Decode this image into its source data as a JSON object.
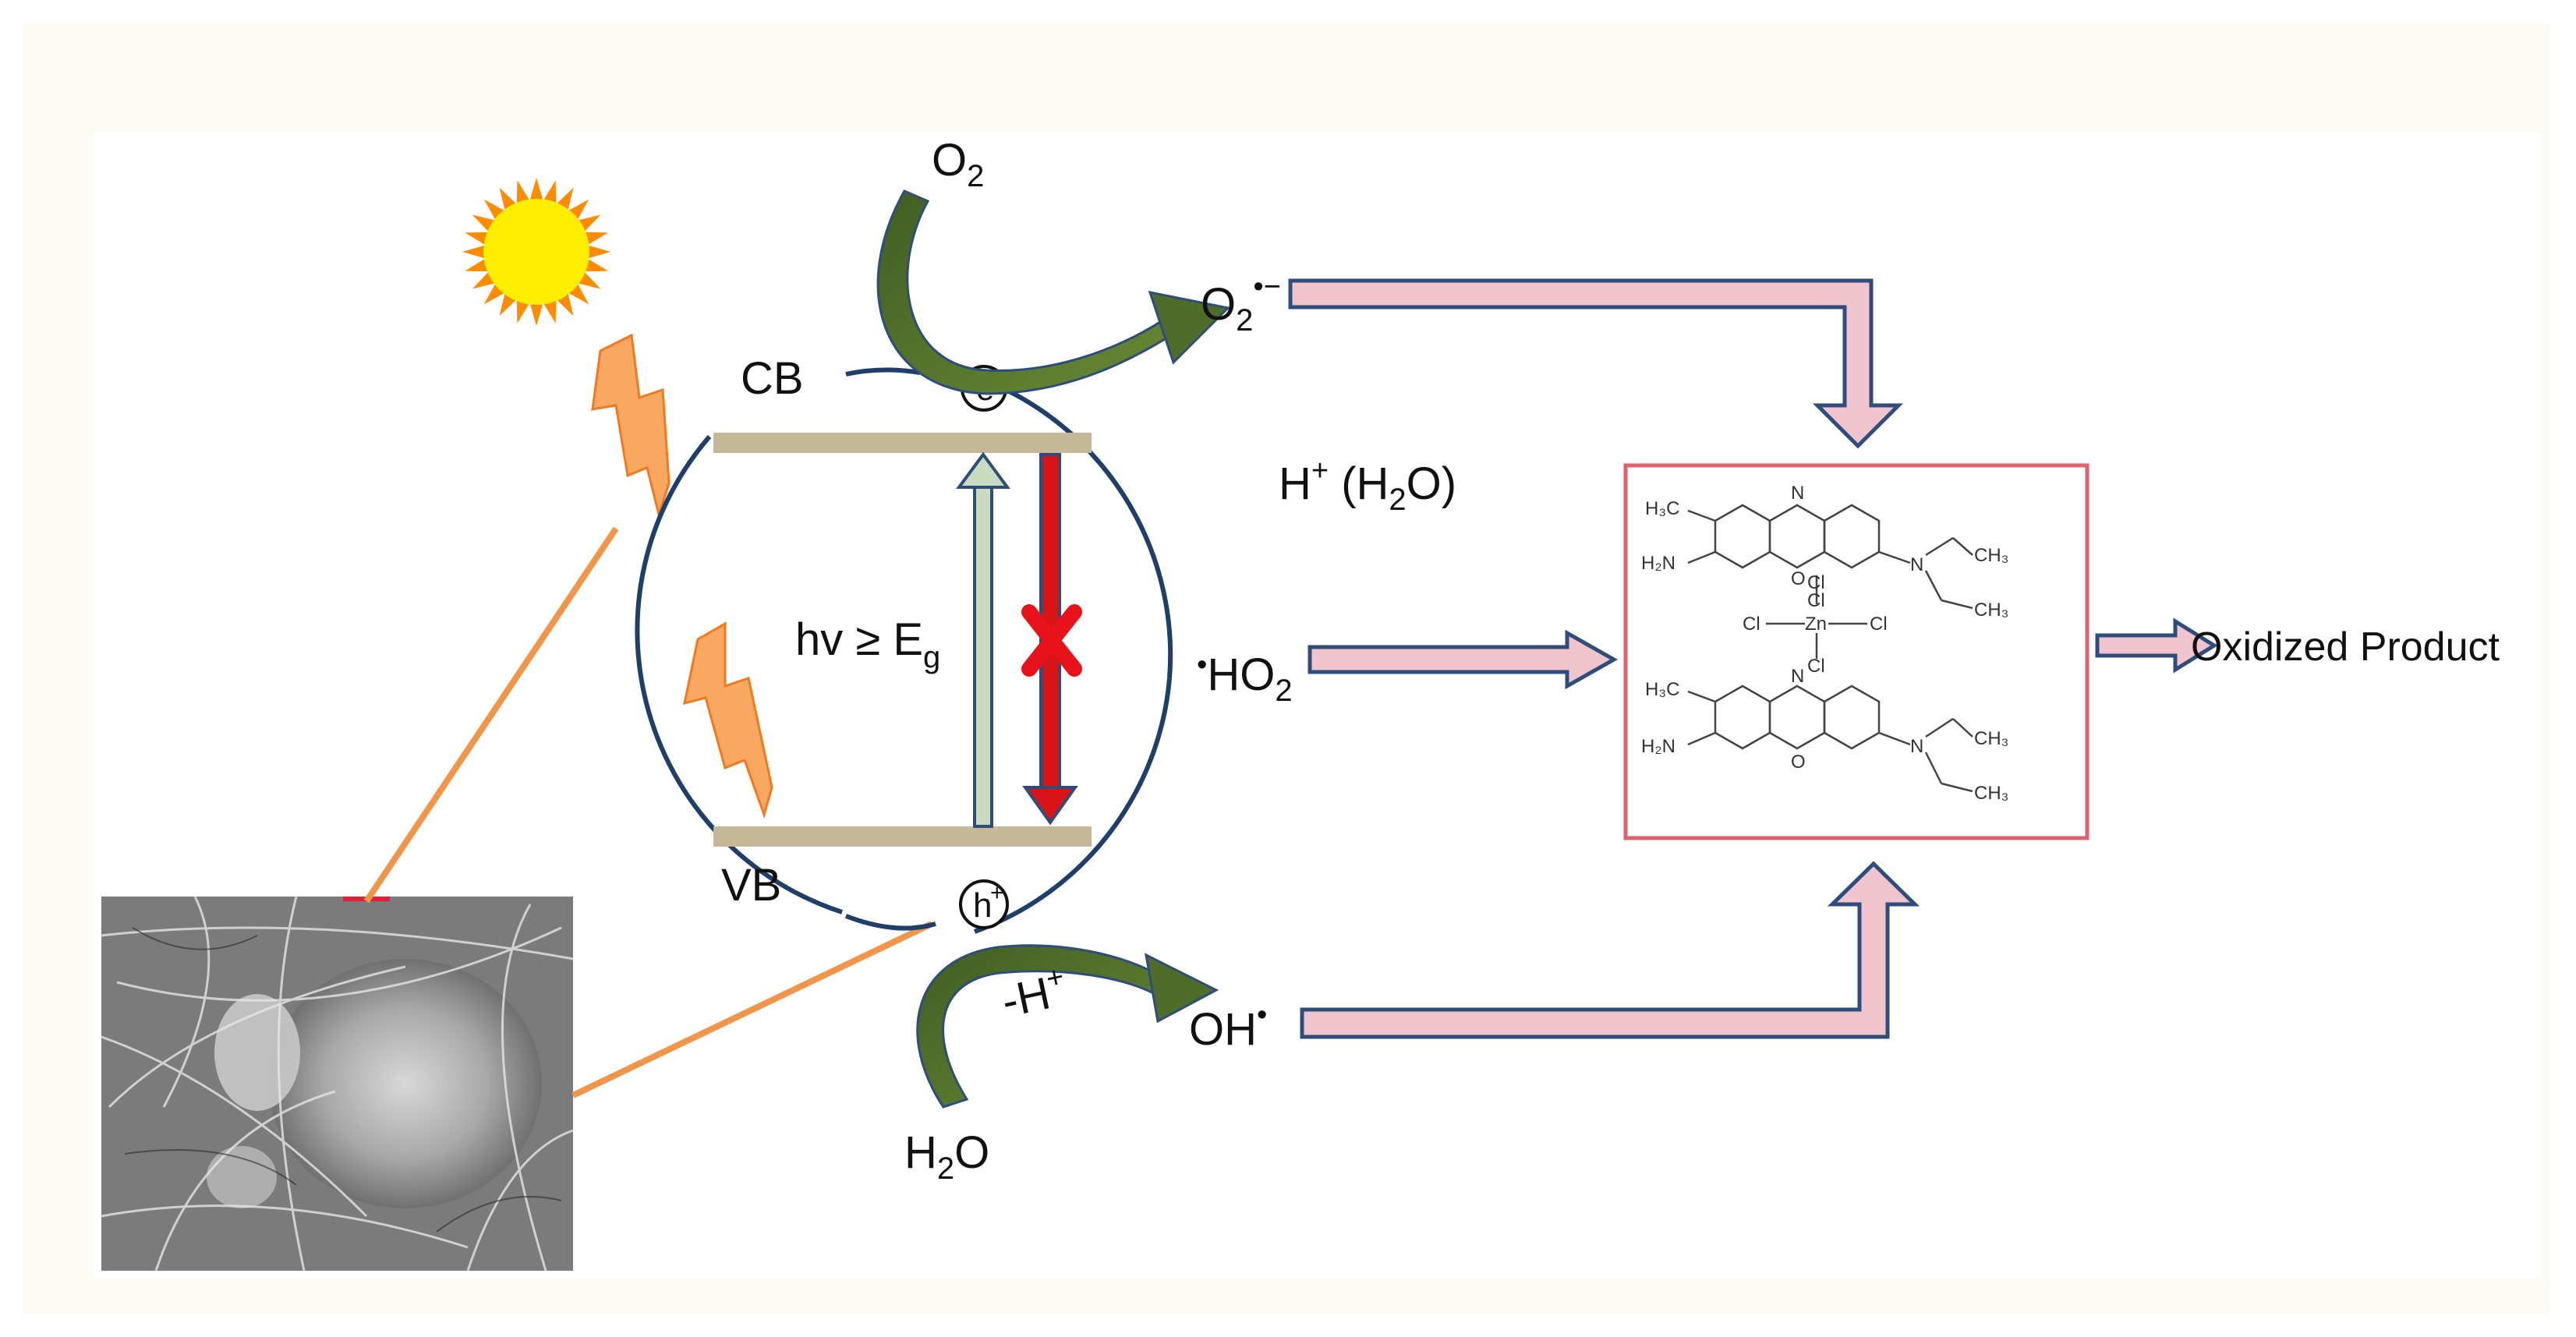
{
  "labels": {
    "o2": "O",
    "o2_sub": "2",
    "superoxide": "O",
    "superoxide_sub": "2",
    "superoxide_sup": "•−",
    "cb": "CB",
    "vb": "VB",
    "electron": "e",
    "electron_sup": "-",
    "hole": "h",
    "hole_sup": "+",
    "excitation_main": "hv ≥ E",
    "excitation_sub": "g",
    "proton_h": "H",
    "proton_sup": "+",
    "proton_water": " (H",
    "proton_water_sub": "2",
    "proton_water_end": "O)",
    "hydroperoxyl_dot": "•",
    "hydroperoxyl": "HO",
    "hydroperoxyl_sub": "2",
    "deprotonation": "-H",
    "deprotonation_sup": "+",
    "hydroxyl": "OH",
    "hydroxyl_sup": "•",
    "water": "H",
    "water_sub": "2",
    "water_end": "O",
    "product": "Oxidized Product"
  },
  "molecule": {
    "ch3_top": "H₃C",
    "nh2_top": "H₂N",
    "n_top": "N",
    "o_top": "O",
    "amine_n_top": "N",
    "ch3_right_top": "CH₃",
    "ch3_right_bottom_top": "CH₃",
    "cl_1": "Cl",
    "cl_2": "Cl",
    "cl_left": "Cl",
    "zn": "Zn",
    "cl_right": "Cl",
    "cl_bottom": "Cl",
    "ch3_bottom": "H₃C",
    "nh2_bottom": "H₂N",
    "n_bottom": "N",
    "o_bottom": "O",
    "amine_n_bottom": "N",
    "ch3_right_bot": "CH₃",
    "ch3_right_bottom_bot": "CH₃"
  },
  "colors": {
    "frame": "#fbfbf4",
    "band": "#c4b898",
    "circle": "#1f3f6a",
    "green_arrow": "#4e6d2a",
    "pink_arrow": "#f0c4cc",
    "arrow_outline": "#2f4d7a",
    "recombination": "#d81418",
    "cross": "#e8131a",
    "excitation_arrow": "#c8dcc0",
    "sun": "#ffee00",
    "sun_rays": "#ff8c00",
    "lightning": "#f8a860",
    "orange_line": "#f0954a",
    "molecule_box": "#e06070"
  },
  "icons": [
    "sun-icon",
    "lightning-icon",
    "sem-micrograph",
    "recombination-cross-icon"
  ]
}
